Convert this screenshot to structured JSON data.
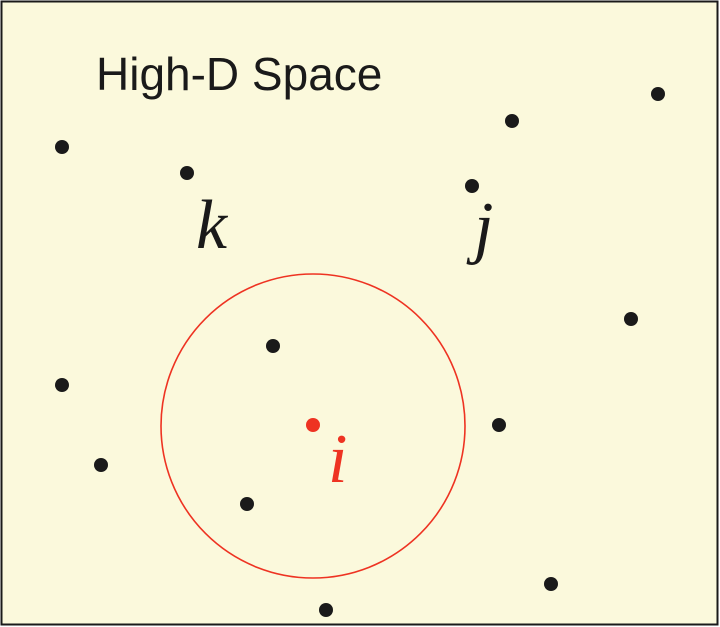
{
  "diagram": {
    "title": "High-D Space",
    "background_color": "#fbf9dc",
    "border_color": "#1a1a1a",
    "point_color": "#1a1a1a",
    "highlight_color": "#ee3322",
    "labels": {
      "k": "k",
      "j": "j",
      "i": "i"
    }
  }
}
